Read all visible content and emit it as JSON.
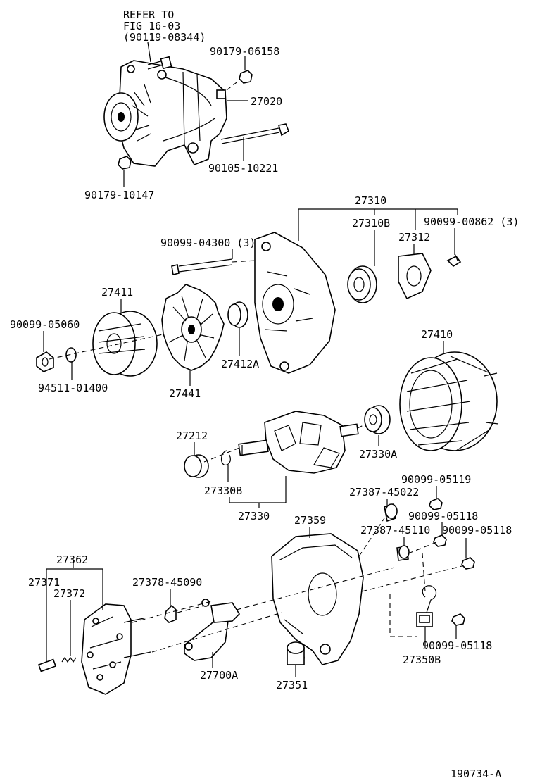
{
  "labels": {
    "refer_line1": "REFER TO",
    "refer_line2": "FIG 16-03",
    "refer_line3": "(90119-08344)",
    "p90179_06158": "90179-06158",
    "p27020": "27020",
    "p90105_10221": "90105-10221",
    "p90179_10147": "90179-10147",
    "p27310": "27310",
    "p27310B": "27310B",
    "p27312": "27312",
    "p90099_00862": "90099-00862 (3)",
    "p90099_04300": "90099-04300 (3)",
    "p27411": "27411",
    "p90099_05060": "90099-05060",
    "p94511_01400": "94511-01400",
    "p27441": "27441",
    "p27412A": "27412A",
    "p27410": "27410",
    "p27212": "27212",
    "p27330A": "27330A",
    "p27330B": "27330B",
    "p27330": "27330",
    "p90099_05119": "90099-05119",
    "p27387_45022": "27387-45022",
    "p90099_05118_a": "90099-05118",
    "p27359": "27359",
    "p27387_45110": "27387-45110",
    "p90099_05118_b": "90099-05118",
    "p27362": "27362",
    "p27371": "27371",
    "p27372": "27372",
    "p27378_45090": "27378-45090",
    "p90099_05118_c": "90099-05118",
    "p27350B": "27350B",
    "p27700A": "27700A",
    "p27351": "27351",
    "figure_id": "190734-A"
  }
}
